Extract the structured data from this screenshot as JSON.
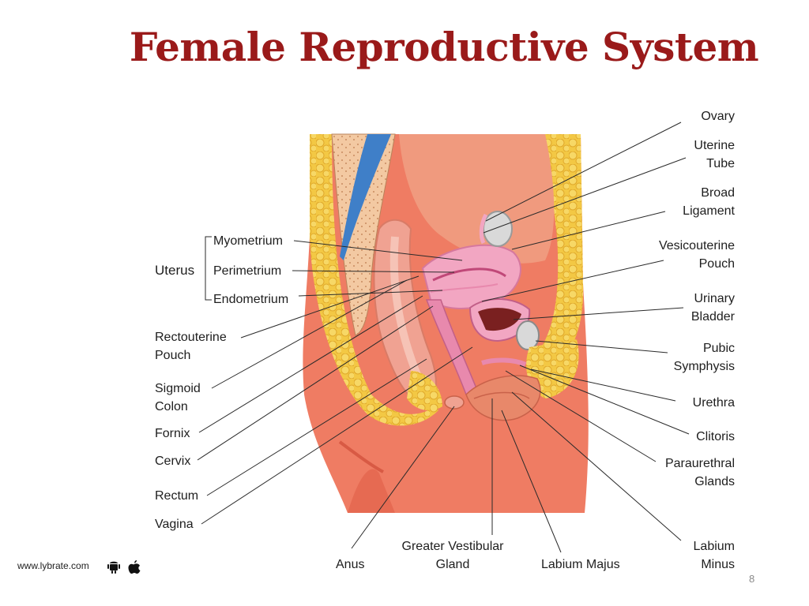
{
  "title": "Female Reproductive System",
  "uterus": {
    "heading": "Uterus",
    "layers": [
      "Myometrium",
      "Perimetrium",
      "Endometrium"
    ]
  },
  "left_labels": [
    [
      "Rectouterine",
      "Pouch"
    ],
    [
      "Sigmoid",
      "Colon"
    ],
    [
      "Fornix"
    ],
    [
      "Cervix"
    ],
    [
      "Rectum"
    ],
    [
      "Vagina"
    ]
  ],
  "right_labels": [
    [
      "Ovary"
    ],
    [
      "Uterine",
      "Tube"
    ],
    [
      "Broad",
      "Ligament"
    ],
    [
      "Vesicouterine",
      "Pouch"
    ],
    [
      "Urinary",
      "Bladder"
    ],
    [
      "Pubic",
      "Symphysis"
    ],
    [
      "Urethra"
    ],
    [
      "Clitoris"
    ],
    [
      "Paraurethral",
      "Glands"
    ],
    [
      "Labium",
      "Minus"
    ]
  ],
  "bottom_labels": [
    [
      "Anus"
    ],
    [
      "Greater Vestibular",
      "Gland"
    ],
    [
      "Labium Majus"
    ]
  ],
  "footer": {
    "url": "www.lybrate.com",
    "icons": [
      "android-icon",
      "apple-icon"
    ],
    "page_number": "8"
  },
  "colors": {
    "title": "#9a1a1a",
    "skin": "#ef7c63",
    "tissue": "#f09a7e",
    "fat": "#f3c844",
    "uterus": "#f2a6c2",
    "spine": "#f3c9a2"
  }
}
